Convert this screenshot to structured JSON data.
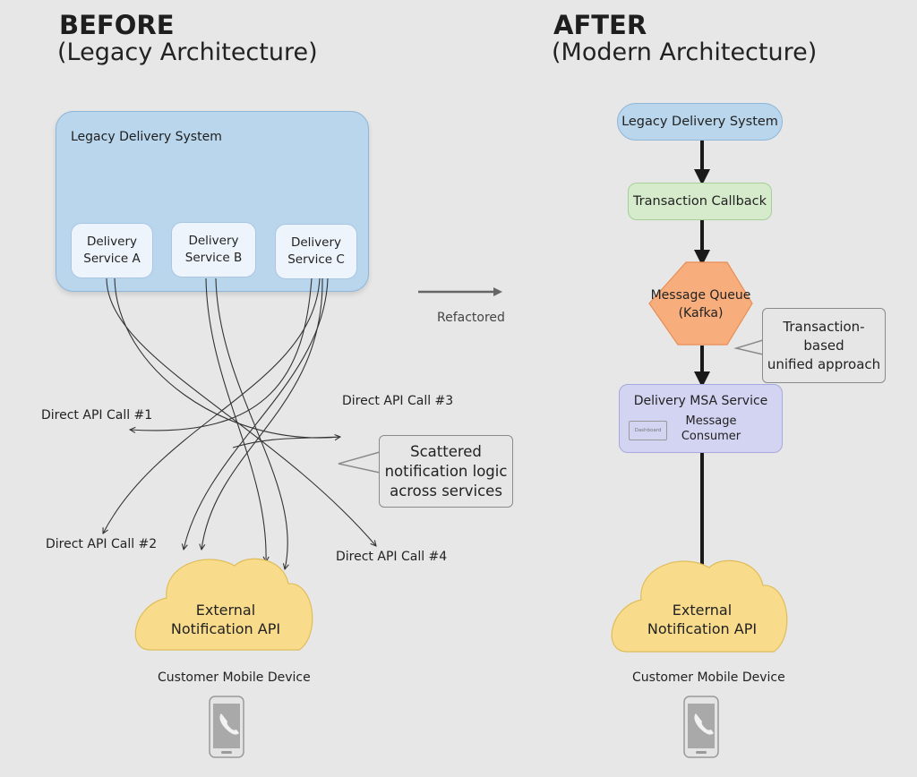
{
  "before": {
    "title": "BEFORE",
    "subtitle": "(Legacy Architecture)",
    "system_label": "Legacy Delivery System",
    "services": [
      {
        "line1": "Delivery",
        "line2": "Service A"
      },
      {
        "line1": "Delivery",
        "line2": "Service B"
      },
      {
        "line1": "Delivery",
        "line2": "Service C"
      }
    ],
    "api_calls": [
      "Direct API Call #1",
      "Direct API Call #2",
      "Direct API Call #3",
      "Direct API Call #4"
    ],
    "callout": {
      "line1": "Scattered",
      "line2": "notification logic",
      "line3": "across services"
    },
    "cloud": {
      "line1": "External",
      "line2": "Notification API"
    },
    "device_label": "Customer Mobile Device"
  },
  "transition": {
    "label": "Refactored"
  },
  "after": {
    "title": "AFTER",
    "subtitle": "(Modern Architecture)",
    "nodes": {
      "legacy": "Legacy Delivery System",
      "callback": "Transaction Callback",
      "queue_line1": "Message Queue",
      "queue_line2": "(Kafka)",
      "msa_title": "Delivery MSA Service",
      "consumer_line1": "Message",
      "consumer_line2": "Consumer",
      "db_label": "Dashboard"
    },
    "callout": {
      "line1": "Transaction-based",
      "line2": "unified approach"
    },
    "cloud": {
      "line1": "External",
      "line2": "Notification API"
    },
    "device_label": "Customer Mobile Device"
  },
  "colors": {
    "background": "#e7e7e7",
    "legacy_blue": "#b9d6ec",
    "callback_green": "#d6ebcc",
    "kafka_orange": "#f7ae7c",
    "msa_purple": "#d3d3f2",
    "cloud_yellow": "#f8dc8c"
  }
}
